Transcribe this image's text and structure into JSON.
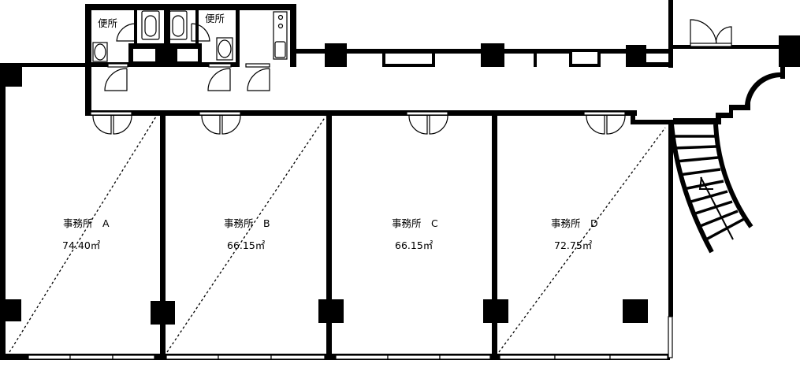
{
  "plan": {
    "toilet_labels": [
      "便所",
      "便所"
    ],
    "offices": [
      {
        "name": "事務所　A",
        "area": "74.40㎡"
      },
      {
        "name": "事務所　B",
        "area": "66.15㎡"
      },
      {
        "name": "事務所　C",
        "area": "66.15㎡"
      },
      {
        "name": "事務所　D",
        "area": "72.75㎡"
      }
    ]
  }
}
